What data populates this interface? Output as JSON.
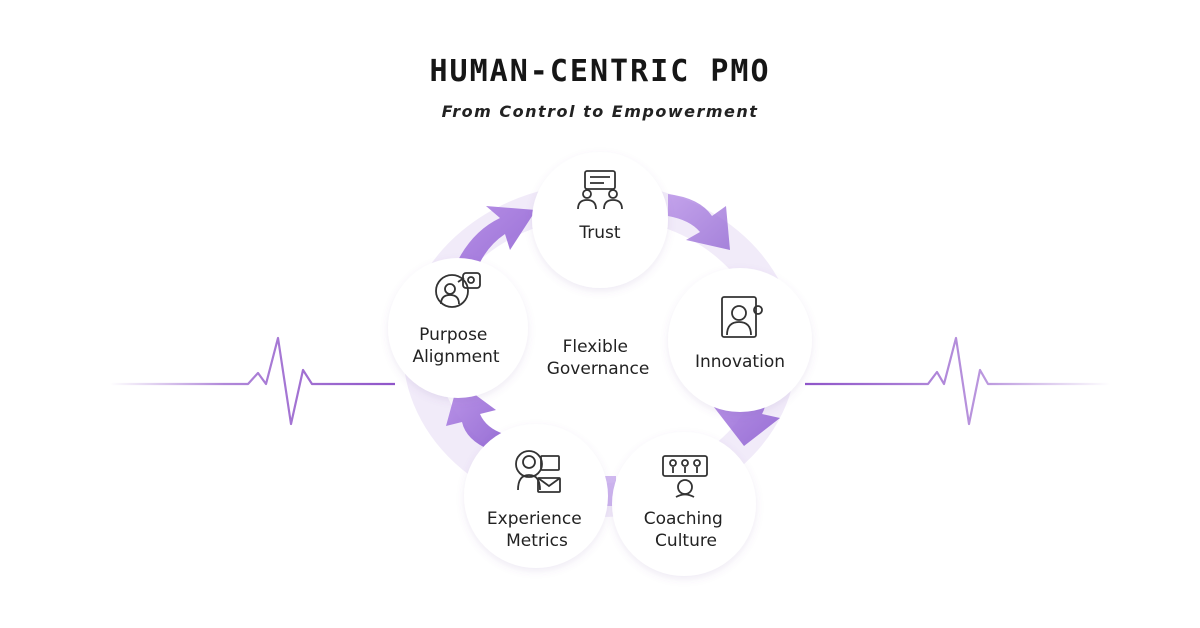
{
  "header": {
    "title": "HUMAN-CENTRIC PMO",
    "subtitle": "From Control to Empowerment"
  },
  "center": {
    "line1": "Flexible",
    "line2": "Governance"
  },
  "nodes": [
    {
      "id": "trust",
      "line1": "Trust",
      "line2": "",
      "icon": "team-meeting-icon"
    },
    {
      "id": "innovation",
      "line1": "Innovation",
      "line2": "",
      "icon": "idea-portrait-icon"
    },
    {
      "id": "coaching",
      "line1": "Coaching",
      "line2": "Culture",
      "icon": "group-coaching-icon"
    },
    {
      "id": "experience",
      "line1": "Experience",
      "line2": "Metrics",
      "icon": "person-envelope-icon"
    },
    {
      "id": "purpose",
      "line1": "Purpose",
      "line2": "Alignment",
      "icon": "target-person-icon"
    }
  ],
  "colors": {
    "accent": "#9b6fd6",
    "accent_light": "#e4d8f6",
    "pulse": "#8f55c9",
    "ring": "#efe8f8"
  }
}
